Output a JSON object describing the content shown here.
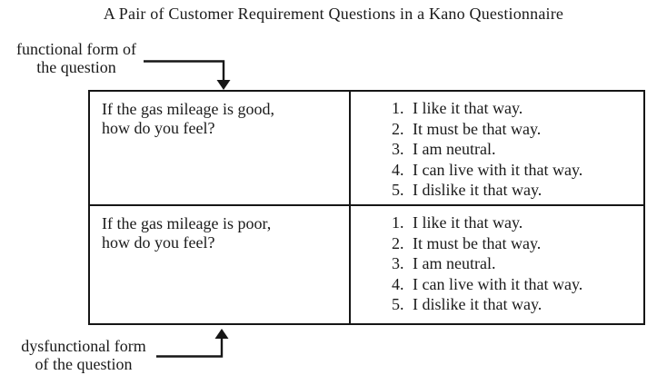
{
  "title": "A Pair of Customer Requirement Questions in a Kano Questionnaire",
  "annotations": {
    "functional": {
      "line1": "functional form of",
      "line2": "the question"
    },
    "dysfunctional": {
      "line1": "dysfunctional form",
      "line2": "of the question"
    }
  },
  "colors": {
    "ink": "#1a1a1a",
    "background": "#ffffff",
    "border": "#161616"
  },
  "table": {
    "rows": [
      {
        "question": "If the gas mileage is good,\nhow do you feel?",
        "options": [
          {
            "num": "1.",
            "text": "I like it that way."
          },
          {
            "num": "2.",
            "text": "It must be that way."
          },
          {
            "num": "3.",
            "text": "I am neutral."
          },
          {
            "num": "4.",
            "text": "I can live with it that way."
          },
          {
            "num": "5.",
            "text": "I dislike it that way."
          }
        ]
      },
      {
        "question": "If the gas mileage is poor,\nhow do you feel?",
        "options": [
          {
            "num": "1.",
            "text": "I like it that way."
          },
          {
            "num": "2.",
            "text": "It must be that way."
          },
          {
            "num": "3.",
            "text": "I am neutral."
          },
          {
            "num": "4.",
            "text": "I can live with it that way."
          },
          {
            "num": "5.",
            "text": "I dislike it that way."
          }
        ]
      }
    ]
  }
}
